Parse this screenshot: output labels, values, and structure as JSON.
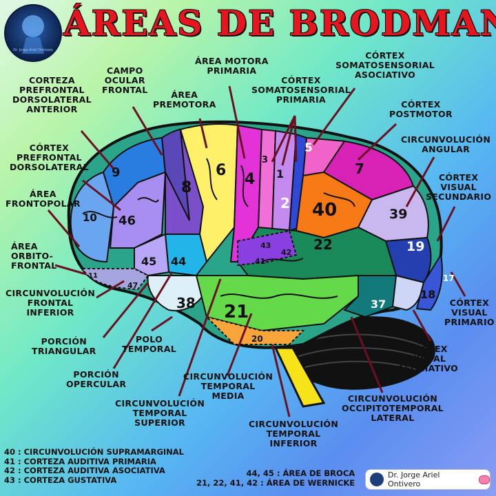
{
  "title": "ÁREAS DE BRODMANN",
  "logo_text": "Dr. Jorge Ariel Ontivero",
  "credit": {
    "name": "Dr. Jorge Ariel Ontivero",
    "avatar_icon": "avatar-brain-icon",
    "brain_icon": "brain-icon"
  },
  "colors": {
    "title": "#e8141e",
    "leader_lines": "#6b1020"
  },
  "area_numbers": {
    "a9": "9",
    "a46": "46",
    "a10": "10",
    "a45": "45",
    "a44": "44",
    "a8": "8",
    "a6": "6",
    "a4": "4",
    "a3": "3",
    "a1": "1",
    "a2": "2",
    "a5": "5",
    "a7": "7",
    "a40": "40",
    "a39": "39",
    "a22": "22",
    "a43": "43",
    "a41": "41",
    "a42": "42",
    "a19": "19",
    "a18": "18",
    "a17": "17",
    "a37": "37",
    "a38": "38",
    "a21": "21",
    "a20": "20",
    "a11": "11",
    "a47": "47"
  },
  "labels": {
    "corteza_prefrontal": "CORTEZA\nPREFRONTAL\nDORSOLATERAL\nANTERIOR",
    "campo_ocular": "CAMPO\nOCULAR\nFRONTAL",
    "area_premotora": "ÁREA\nPREMOTORA",
    "area_motora": "ÁREA MOTORA\nPRIMARIA",
    "cortex_somato_primaria": "CÓRTEX\nSOMATOSENSORIAL\nPRIMARIA",
    "cortex_somato_asociativo": "CÓRTEX\nSOMATOSENSORIAL\nASOCIATIVO",
    "cortex_postmotor": "CÓRTEX\nPOSTMOTOR",
    "circ_angular": "CIRCUNVOLUCIÓN\nANGULAR",
    "cortex_visual_sec": "CÓRTEX\nVISUAL\nSECUNDARIO",
    "cortex_prefrontal_dl": "CÓRTEX\nPREFRONTAL\nDORSOLATERAL",
    "area_frontopolar": "ÁREA\nFRONTOPOLAR",
    "area_orbito": "ÁREA\nORBITO-\nFRONTAL",
    "circ_frontal_inf": "CIRCUNVOLUCIÓN\nFRONTAL\nINFERIOR",
    "porcion_triangular": "PORCIÓN\nTRIANGULAR",
    "porcion_opercular": "PORCIÓN\nOPERCULAR",
    "polo_temporal": "POLO\nTEMPORAL",
    "circ_temporal_sup": "CIRCUNVOLUCIÓN\nTEMPORAL\nSUPERIOR",
    "circ_temporal_media": "CIRCUNVOLUCIÓN\nTEMPORAL\nMEDIA",
    "circ_temporal_inf": "CIRCUNVOLUCIÓN\nTEMPORAL\nINFERIOR",
    "circ_occipitotemporal": "CIRCUNVOLUCIÓN\nOCCIPITOTEMPORAL\nLATERAL",
    "cortex_visual_asoc": "CÓRTEX\nVISUAL\nASOCIATIVO",
    "cortex_visual_prim": "CÓRTEX\nVISUAL\nPRIMARIO"
  },
  "legend_left": [
    "40 : CIRCUNVOLUCIÓN SUPRAMARGINAL",
    "41 : CORTEZA AUDITIVA PRIMARIA",
    "42 : CORTEZA AUDITIVA ASOCIATIVA",
    "43 : CORTEZA GUSTATIVA"
  ],
  "legend_right": [
    "44, 45 : ÁREA DE BROCA",
    "21, 22, 41, 42 : ÁREA DE WERNICKE"
  ]
}
